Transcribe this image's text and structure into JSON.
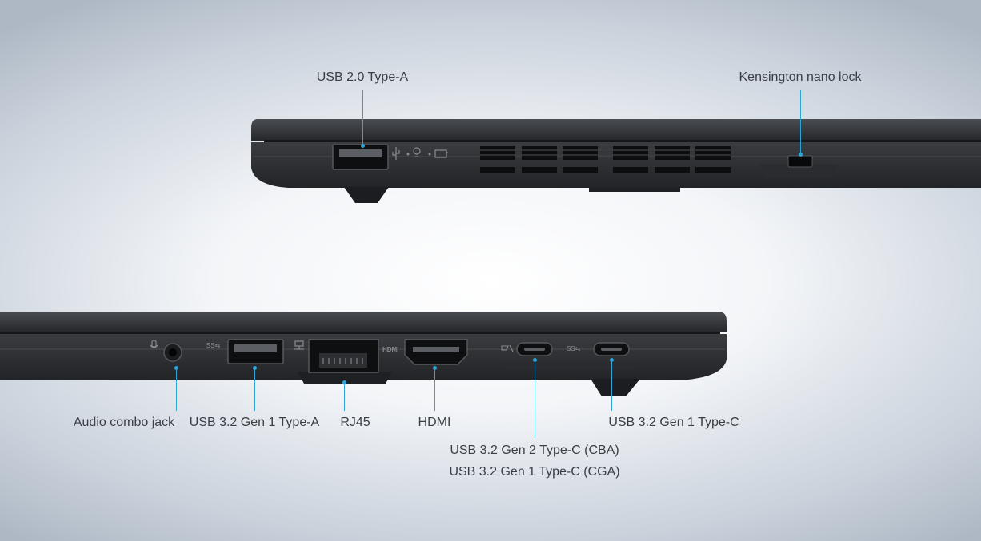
{
  "top_view": {
    "labels": {
      "usb_a": "USB 2.0 Type-A",
      "kensington": "Kensington nano lock"
    }
  },
  "bottom_view": {
    "labels": {
      "audio": "Audio combo jack",
      "usb_a_gen1": "USB 3.2 Gen 1 Type-A",
      "rj45": "RJ45",
      "hdmi": "HDMI",
      "usbc_gen2_line1": "USB 3.2 Gen 2 Type-C (CBA)",
      "usbc_gen2_line2": "USB 3.2 Gen 1 Type-C (CGA)",
      "usbc_gen1": "USB 3.2 Gen 1 Type-C"
    },
    "port_markings": {
      "hdmi_mark": "HDMI",
      "ss_mark": "SS⇆"
    }
  },
  "colors": {
    "callout": "#2ea3d6",
    "chassis": "#2b2d30",
    "label_text": "#3a3f45"
  },
  "icons": [
    "usb-icon",
    "light-bulb-icon",
    "battery-icon",
    "headset-mic-icon",
    "network-icon",
    "display-port-icon"
  ]
}
